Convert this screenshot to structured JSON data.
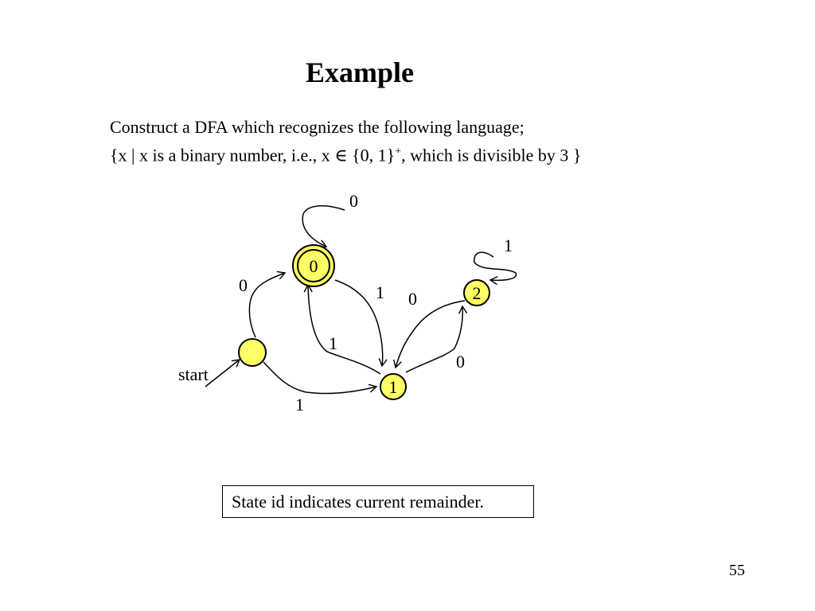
{
  "slide": {
    "title": "Example",
    "body_line_1": "Construct a DFA which recognizes the following language;",
    "body_line_2_part_a": "{x | x is a binary number, i.e., x ",
    "element_of_symbol": "∈",
    "body_line_2_part_b": " {0, 1}",
    "superscript_plus": "+",
    "body_line_2_part_c": ", which is divisible by 3 }",
    "note": "State id indicates current remainder.",
    "page_number": "55"
  },
  "diagram": {
    "state_fill_color": "#ffff66",
    "states": [
      {
        "id": "0",
        "label": "0",
        "accepting": true
      },
      {
        "id": "2",
        "label": "2",
        "accepting": false
      },
      {
        "id": "start_state",
        "label": "",
        "accepting": false
      },
      {
        "id": "1",
        "label": "1",
        "accepting": false
      }
    ],
    "start_label": "start",
    "transitions": [
      {
        "from": "0",
        "to": "0",
        "label": "0"
      },
      {
        "from": "2",
        "to": "2",
        "label": "1"
      },
      {
        "from": "start_state",
        "to": "0",
        "label": "0"
      },
      {
        "from": "0",
        "to": "1",
        "label": "1"
      },
      {
        "from": "1",
        "to": "2",
        "label": "0"
      },
      {
        "from": "1",
        "to": "0",
        "label": "1"
      },
      {
        "from": "2",
        "to": "1",
        "label": "0"
      },
      {
        "from": "start_state",
        "to": "1",
        "label": "1"
      }
    ]
  }
}
